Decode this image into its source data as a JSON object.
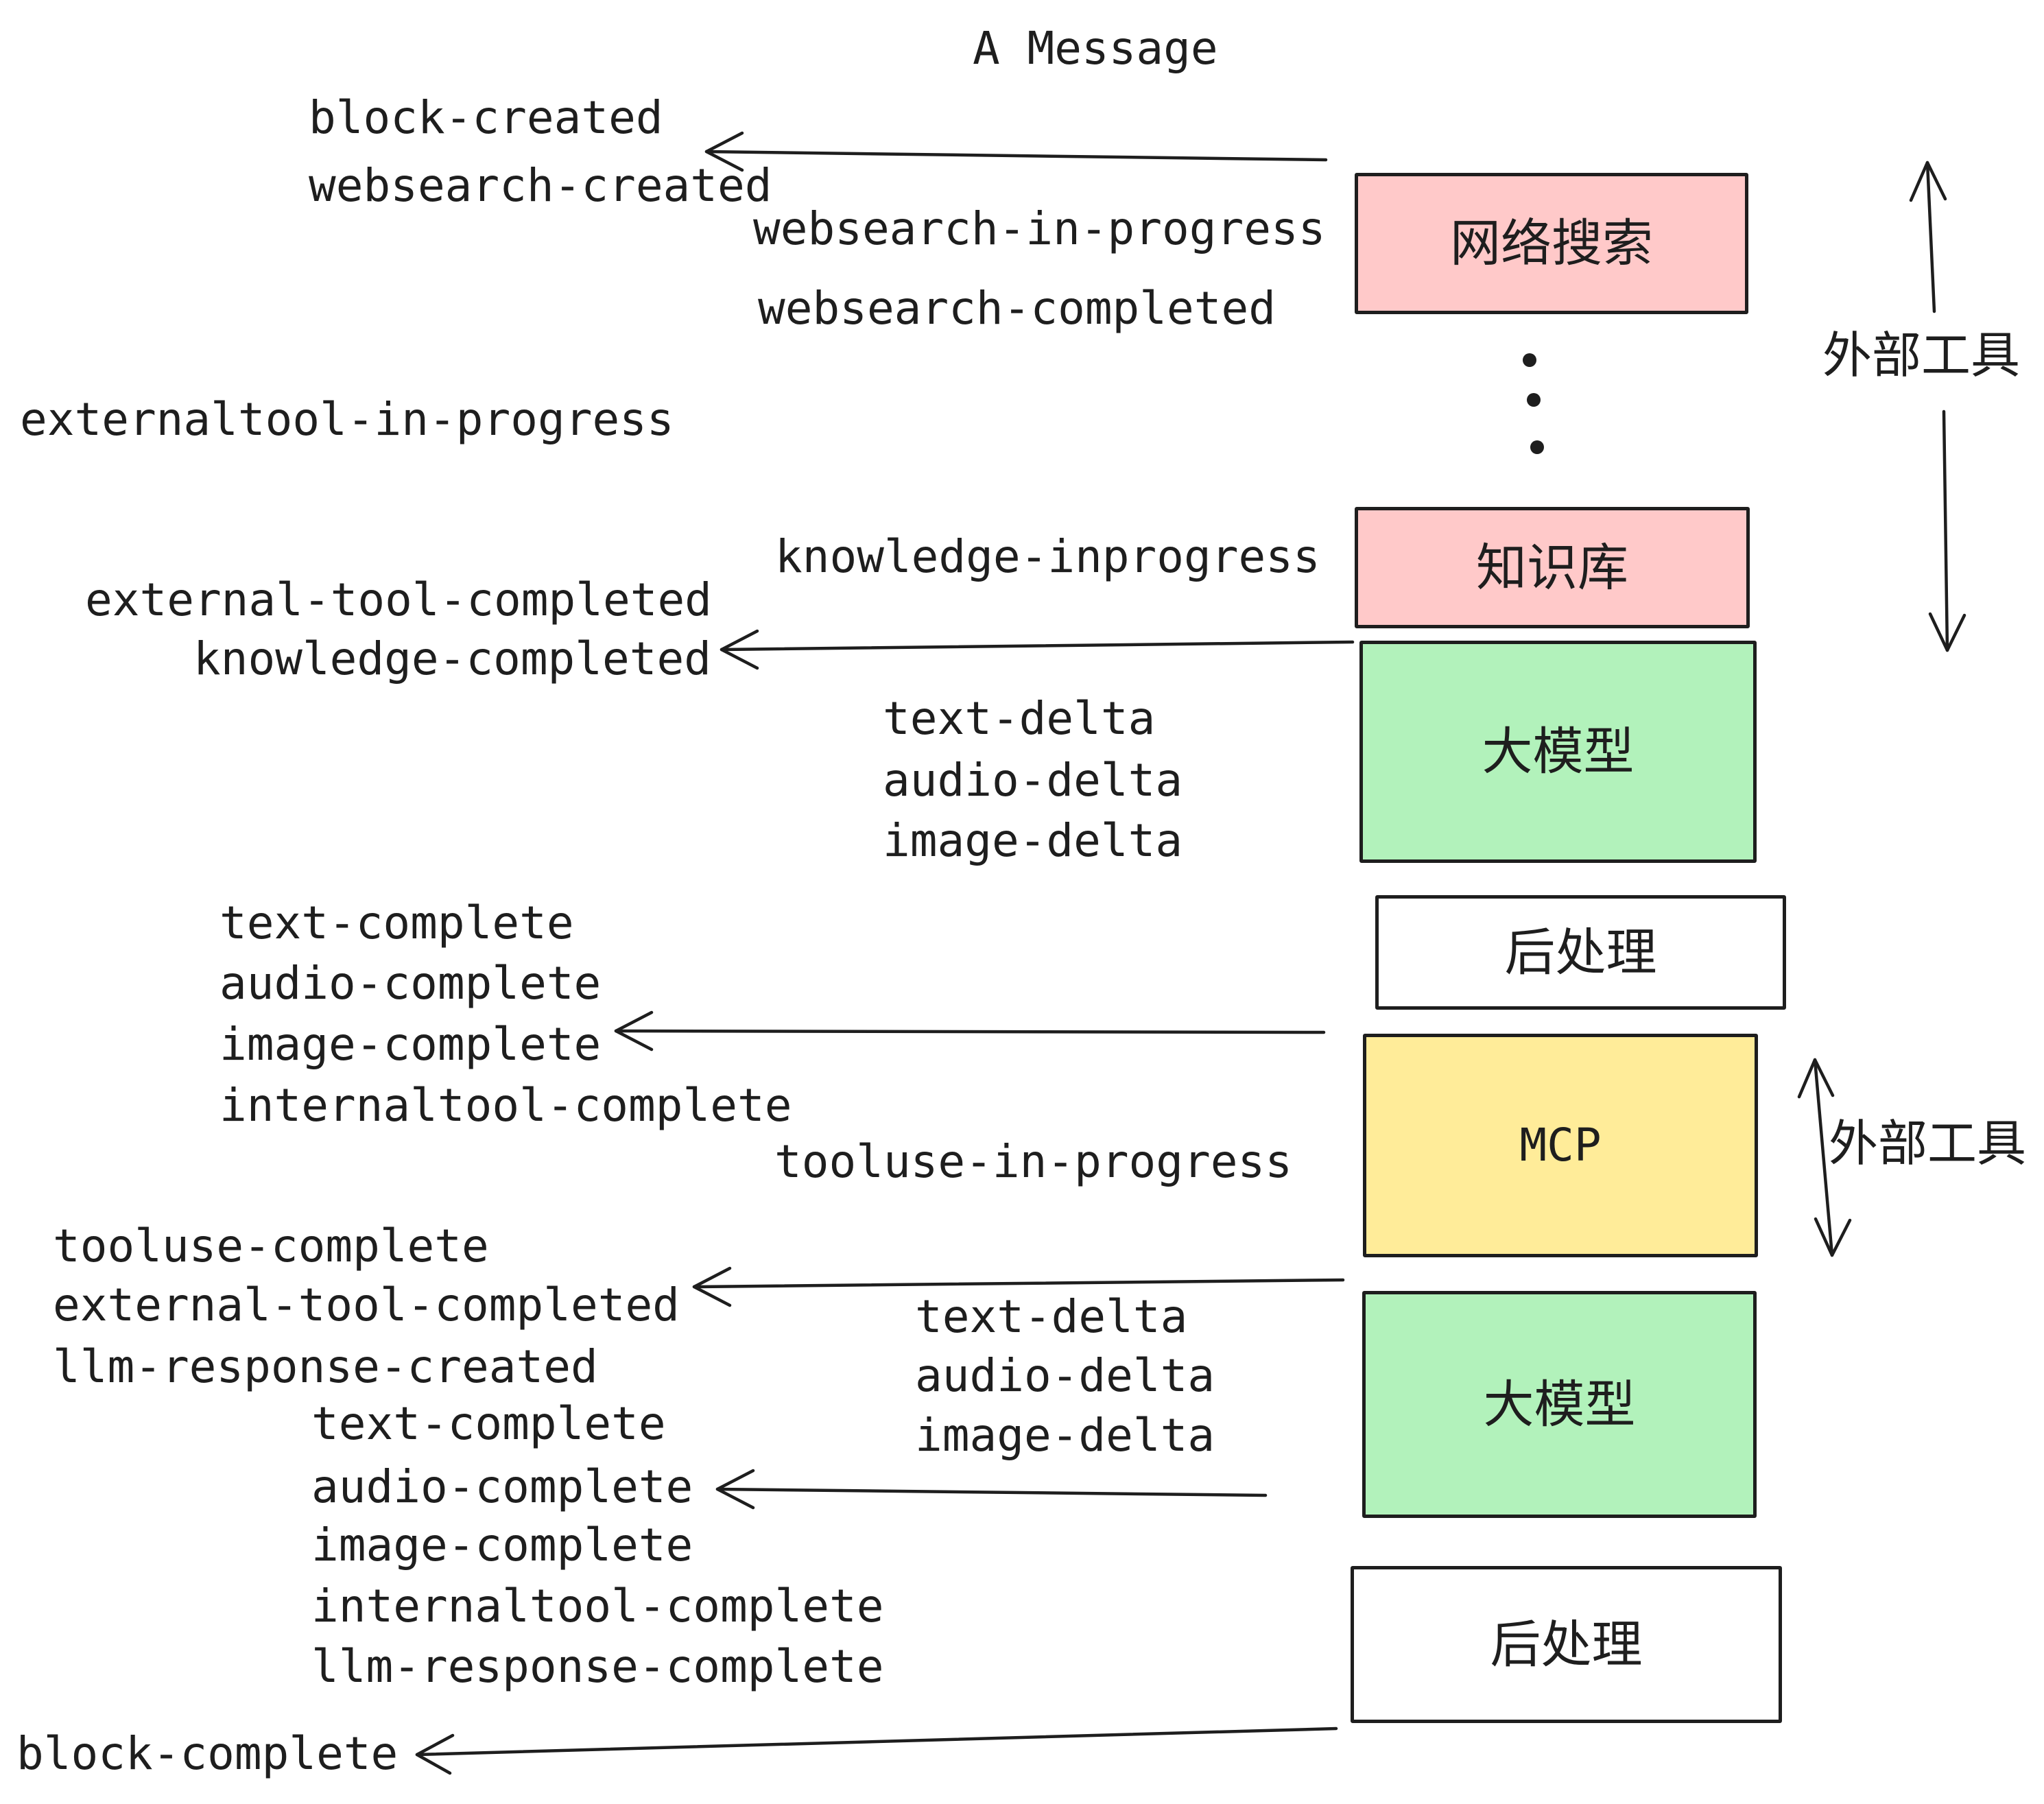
{
  "title": "A Message",
  "colors": {
    "ink": "#1e1e1e",
    "pink": "#ffc9c9",
    "green": "#b2f2bb",
    "yellow": "#ffec99",
    "white": "#ffffff"
  },
  "boxes": [
    {
      "label": "网络搜索",
      "fill": "pink"
    },
    {
      "label": "知识库",
      "fill": "pink"
    },
    {
      "label": "大模型",
      "fill": "green"
    },
    {
      "label": "后处理",
      "fill": "white"
    },
    {
      "label": "MCP",
      "fill": "yellow"
    },
    {
      "label": "大模型",
      "fill": "green"
    },
    {
      "label": "后处理",
      "fill": "white"
    }
  ],
  "side_labels": [
    {
      "text": "外部工具"
    },
    {
      "text": "外部工具"
    }
  ],
  "events": [
    {
      "text": "block-created"
    },
    {
      "text": "websearch-created"
    },
    {
      "text": "websearch-in-progress"
    },
    {
      "text": "websearch-completed"
    },
    {
      "text": "externaltool-in-progress"
    },
    {
      "text": "knowledge-inprogress"
    },
    {
      "text": "external-tool-completed"
    },
    {
      "text": "knowledge-completed"
    },
    {
      "text": "text-delta"
    },
    {
      "text": "audio-delta"
    },
    {
      "text": "image-delta"
    },
    {
      "text": "text-complete"
    },
    {
      "text": "audio-complete"
    },
    {
      "text": "image-complete"
    },
    {
      "text": "internaltool-complete"
    },
    {
      "text": "tooluse-in-progress"
    },
    {
      "text": "tooluse-complete"
    },
    {
      "text": "external-tool-completed"
    },
    {
      "text": "llm-response-created"
    },
    {
      "text": "text-delta"
    },
    {
      "text": "audio-delta"
    },
    {
      "text": "image-delta"
    },
    {
      "text": "text-complete"
    },
    {
      "text": "audio-complete"
    },
    {
      "text": "image-complete"
    },
    {
      "text": "internaltool-complete"
    },
    {
      "text": "llm-response-complete"
    },
    {
      "text": "block-complete"
    }
  ]
}
